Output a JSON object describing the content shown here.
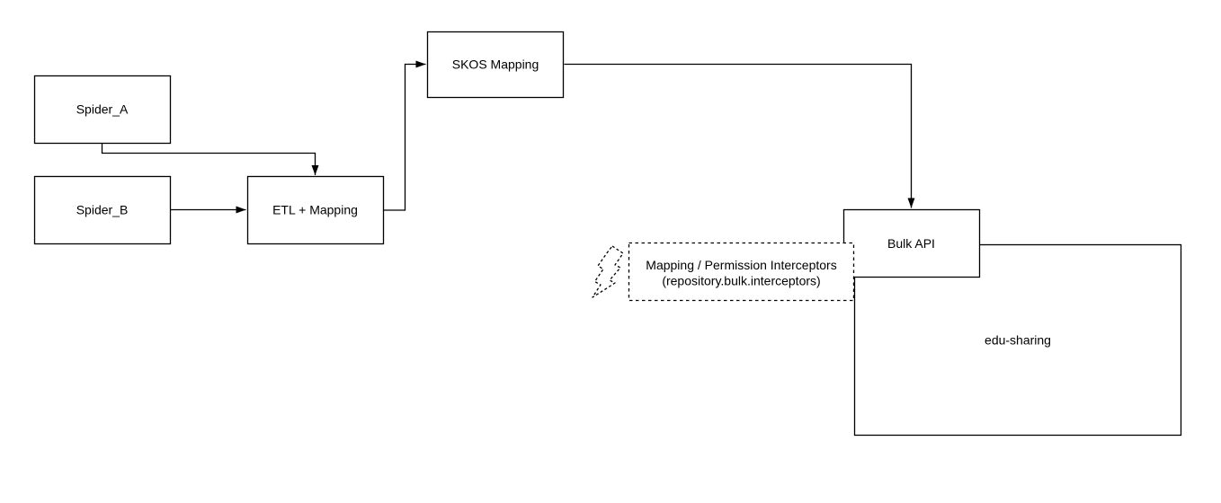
{
  "diagram": {
    "description": "Flowchart of a crawler/ETL ingest pipeline into an edu-sharing repository via its Bulk API",
    "background_color": "#ffffff",
    "line_color": "#000000",
    "text_color": "#000000",
    "nodes": {
      "spider_a": {
        "label": "Spider_A",
        "shape": "rectangle",
        "border": "solid"
      },
      "spider_b": {
        "label": "Spider_B",
        "shape": "rectangle",
        "border": "solid"
      },
      "etl": {
        "label": "ETL + Mapping",
        "shape": "rectangle",
        "border": "solid"
      },
      "skos": {
        "label": "SKOS Mapping",
        "shape": "rectangle",
        "border": "solid"
      },
      "edu_sharing": {
        "label": "edu-sharing",
        "shape": "rectangle",
        "border": "solid"
      },
      "bulk_api": {
        "label": "Bulk API",
        "shape": "rectangle",
        "border": "solid"
      },
      "interceptors": {
        "label_line1": "Mapping / Permission Interceptors",
        "label_line2": "(repository.bulk.interceptors)",
        "shape": "rectangle",
        "border": "dashed"
      }
    },
    "icons": {
      "lightning_bolt": {
        "name": "lightning-bolt-icon",
        "style": "hand-drawn dashed outline",
        "attached_to": "interceptors"
      }
    },
    "edges": [
      {
        "from": "spider_a",
        "to": "etl",
        "arrow": "filled-triangle-at-end",
        "routing": "orthogonal"
      },
      {
        "from": "spider_b",
        "to": "etl",
        "arrow": "filled-triangle-at-end",
        "routing": "straight"
      },
      {
        "from": "etl",
        "to": "skos",
        "arrow": "filled-triangle-at-end",
        "routing": "orthogonal"
      },
      {
        "from": "skos",
        "to": "bulk_api",
        "arrow": "filled-triangle-at-end",
        "routing": "orthogonal"
      }
    ],
    "containment": [
      {
        "parent": "edu_sharing",
        "child": "bulk_api",
        "note": "Bulk API box overlaps top-left corner of edu-sharing box"
      }
    ]
  }
}
